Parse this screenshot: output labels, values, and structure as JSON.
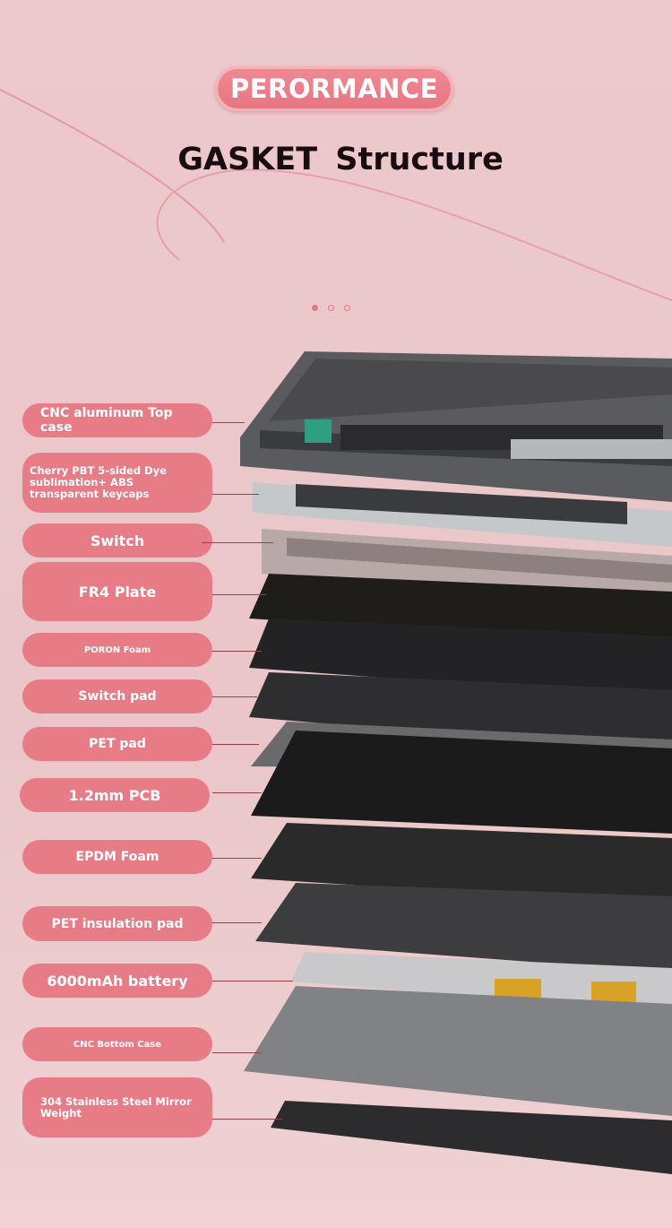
{
  "header": {
    "badge": "PERORMANCE",
    "title": "GASKET  Structure"
  },
  "pager": {
    "count": 3,
    "active": 0
  },
  "layers": [
    {
      "label": "CNC aluminum Top case"
    },
    {
      "label": "Cherry PBT 5-sided Dye sublimation+ ABS transparent keycaps"
    },
    {
      "label": "Switch"
    },
    {
      "label": "FR4 Plate"
    },
    {
      "label": "PORON Foam"
    },
    {
      "label": "Switch pad"
    },
    {
      "label": "PET pad"
    },
    {
      "label": "1.2mm PCB"
    },
    {
      "label": "EPDM Foam"
    },
    {
      "label": "PET insulation pad"
    },
    {
      "label": "6000mAh battery"
    },
    {
      "label": "CNC Bottom Case"
    },
    {
      "label": "304 Stainless Steel Mirror Weight"
    }
  ],
  "colors": {
    "accent": "#e87c86",
    "background": "#ecc9cb"
  }
}
